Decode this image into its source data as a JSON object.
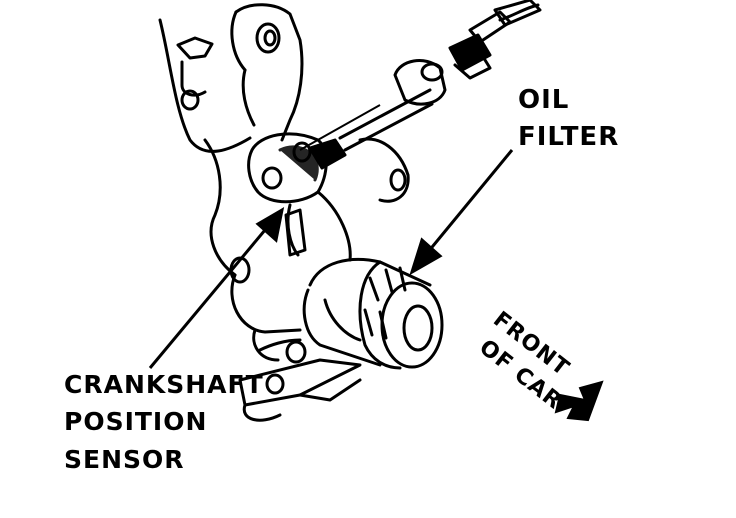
{
  "labels": {
    "oil_filter_line1": "OIL",
    "oil_filter_line2": "FILTER",
    "crank_line1": "CRANKSHAFT",
    "crank_line2": "POSITION",
    "crank_line3": "SENSOR",
    "front_line1": "FRONT",
    "front_line2": "OF CAR"
  },
  "colors": {
    "ink": "#000000",
    "paper": "#ffffff"
  }
}
